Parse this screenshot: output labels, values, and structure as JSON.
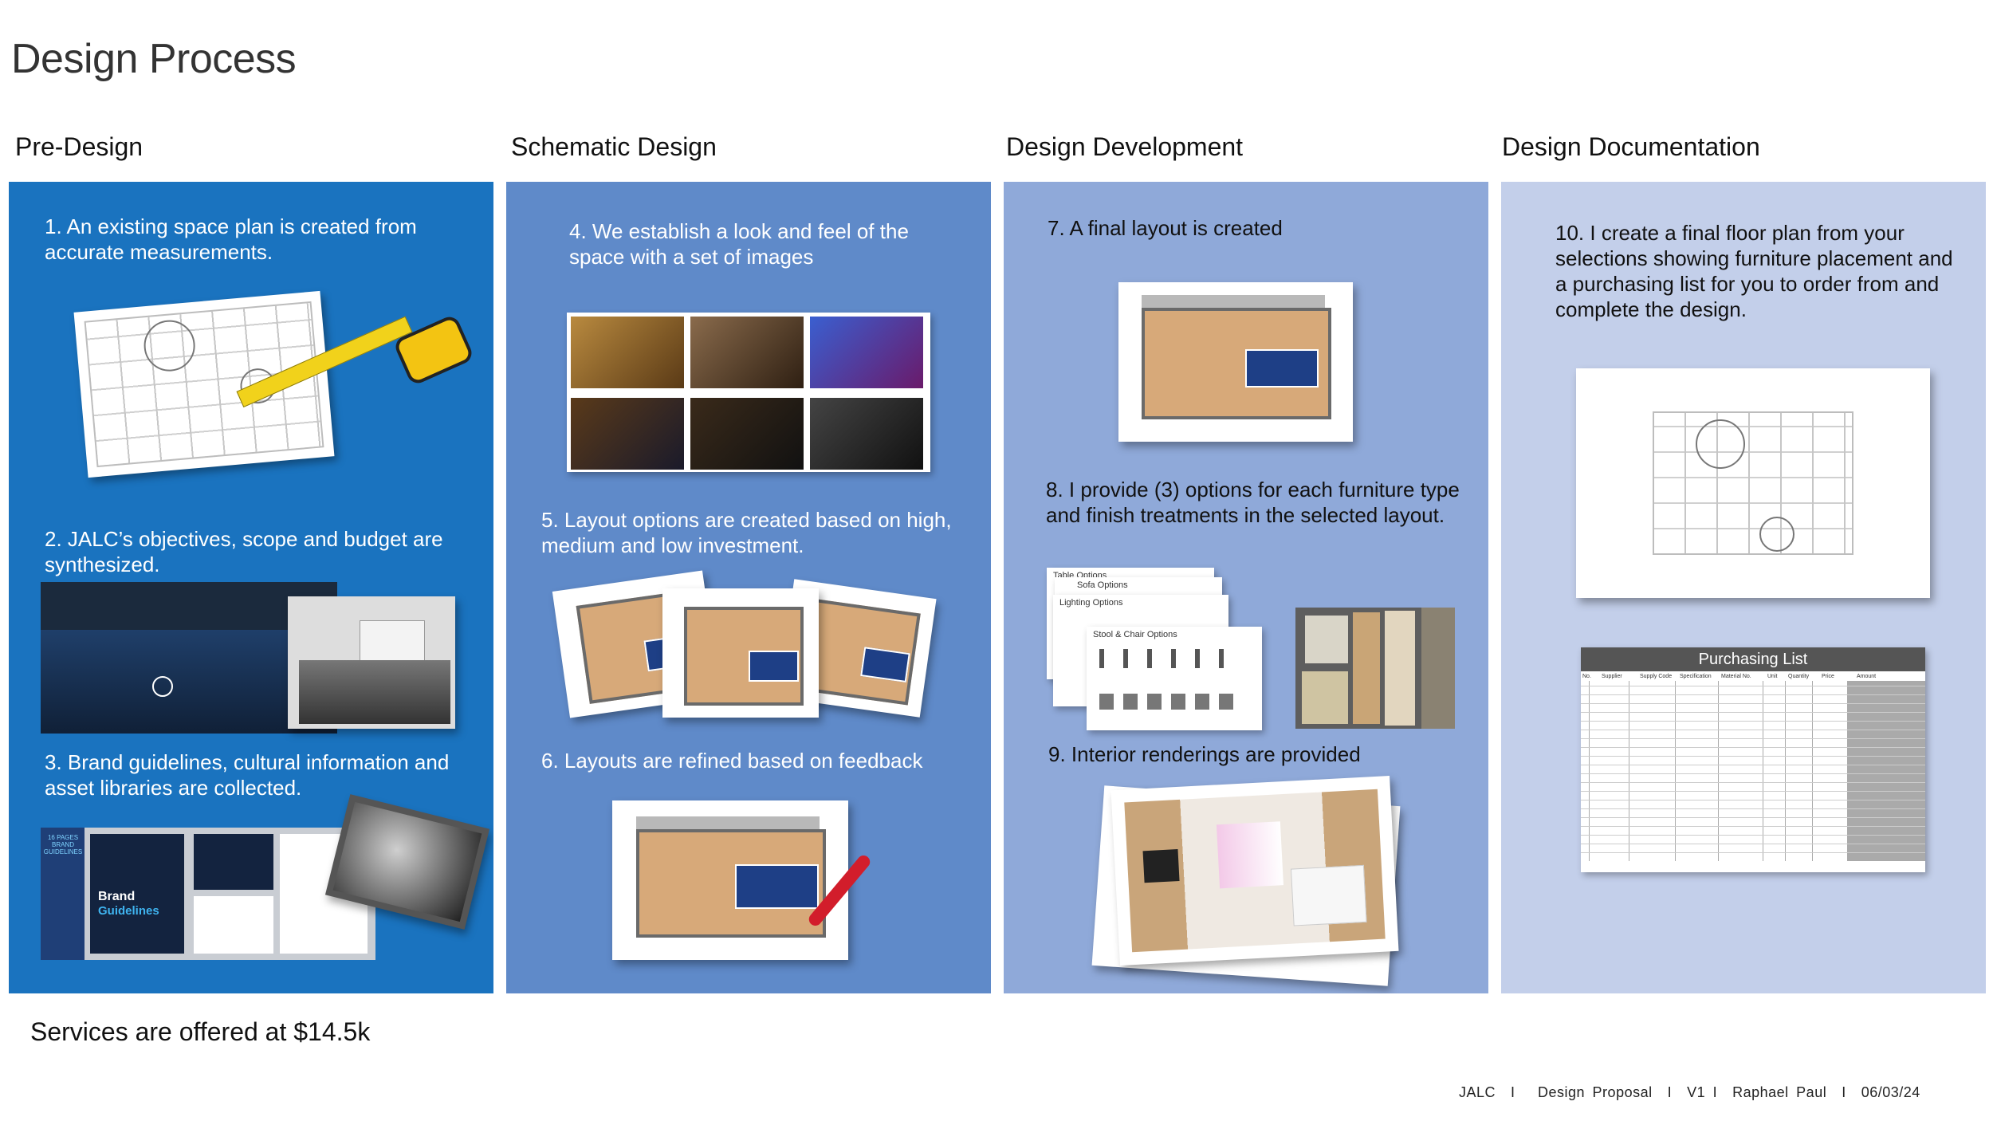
{
  "page": {
    "title": "Design Process"
  },
  "phases": [
    {
      "label": "Pre-Design"
    },
    {
      "label": "Schematic Design"
    },
    {
      "label": "Design Development"
    },
    {
      "label": "Design Documentation"
    }
  ],
  "steps": {
    "s1": "1. An existing space plan is created from accurate measurements.",
    "s2": "2. JALC’s objectives, scope and budget are synthesized.",
    "s3": "3. Brand guidelines, cultural information and asset libraries are collected.",
    "s4": "4. We establish a look and feel of the space with a set of images",
    "s5": "5. Layout options are created based on high, medium and low investment.",
    "s6": "6. Layouts are refined based on feedback",
    "s7": "7. A final layout is created",
    "s8": "8. I provide (3) options for each furniture type and finish treatments in the selected layout.",
    "s9": "9. Interior renderings are provided",
    "s10": "10. I create a final floor plan from your selections showing furniture placement and a purchasing list for you to order from and complete the design."
  },
  "thumbnails": {
    "brand_doc_title": "Brand",
    "brand_doc_subtitle": "Guidelines",
    "brand_badge": "16 PAGES BRAND GUIDELINES",
    "table_options": "Table Options",
    "sofa_options": "Sofa Options",
    "lighting_options": "Lighting Options",
    "stool_chair_options": "Stool & Chair Options",
    "purchasing_list_title": "Purchasing List",
    "purchasing_columns": [
      "No.",
      "Supplier",
      "Supply Code",
      "Specification",
      "Material No.",
      "Unit",
      "Quantity",
      "Price",
      "Amount"
    ]
  },
  "footer": {
    "services": "Services are offered at $14.5k",
    "credit": "JALC  I   Design Proposal  I  V1 I  Raphael Paul  I  06/03/24"
  },
  "colors": {
    "pre_design": "#1a73bf",
    "schematic": "#5f8ac9",
    "development": "#8fa9d9",
    "documentation": "#c3cfea"
  }
}
